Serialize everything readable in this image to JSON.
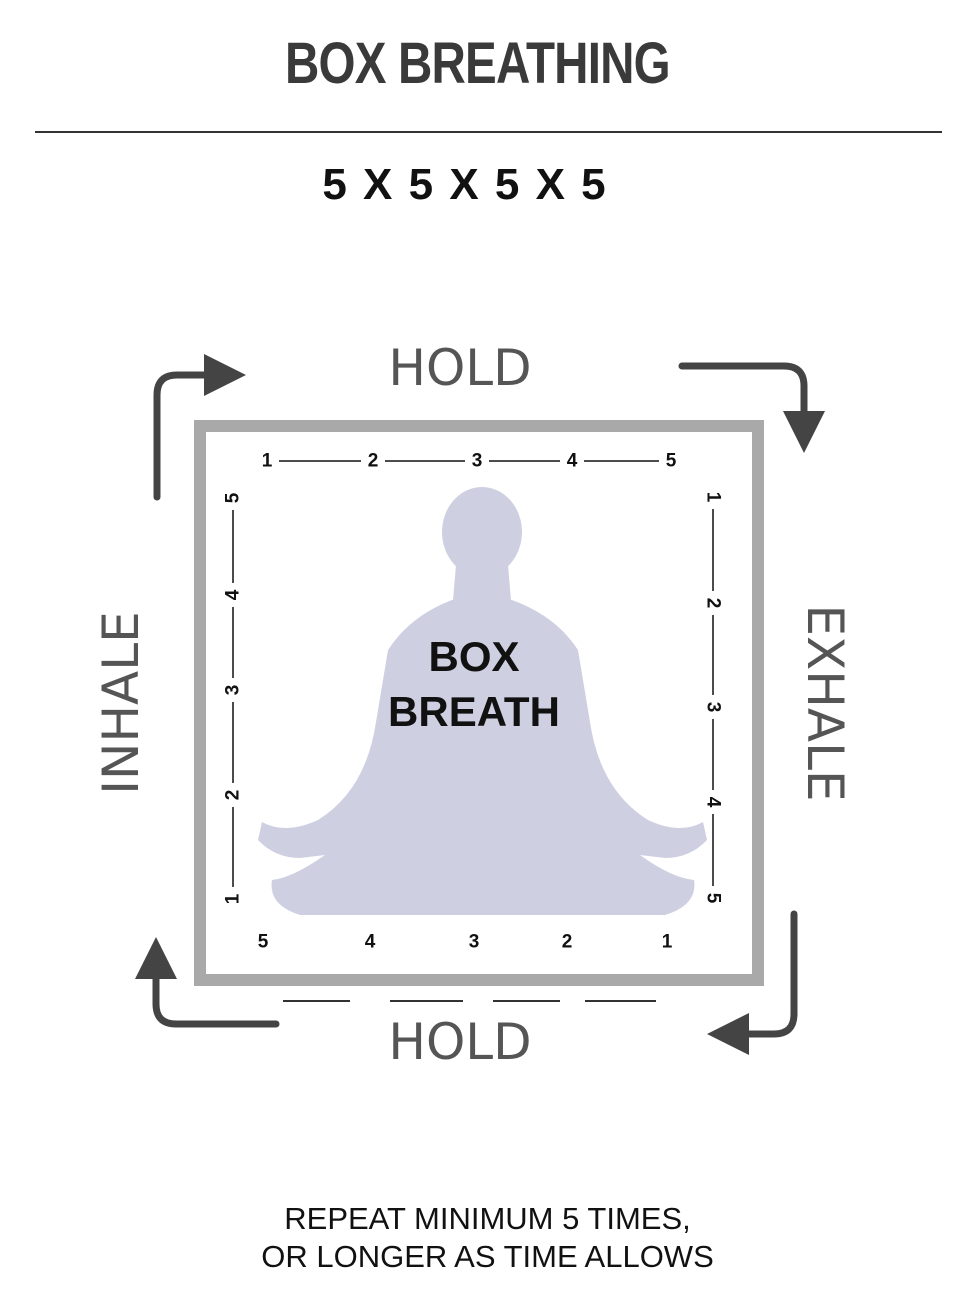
{
  "title": "BOX BREATHING",
  "subtitle": "5 X 5 X 5 X 5",
  "labels": {
    "top": "HOLD",
    "bottom": "HOLD",
    "left": "INHALE",
    "right": "EXHALE"
  },
  "center": {
    "line1": "BOX",
    "line2": "BREATH"
  },
  "counts": {
    "top": [
      "1",
      "2",
      "3",
      "4",
      "5"
    ],
    "right": [
      "1",
      "2",
      "3",
      "4",
      "5"
    ],
    "bottom": [
      "5",
      "4",
      "3",
      "2",
      "1"
    ],
    "left": [
      "1",
      "2",
      "3",
      "4",
      "5"
    ]
  },
  "footer": {
    "line1": "REPEAT MINIMUM 5 TIMES,",
    "line2": "OR LONGER AS TIME ALLOWS"
  },
  "colors": {
    "frame": "#a9a9a9",
    "silhouette": "#cfcfe2",
    "arrow": "#444444"
  },
  "icons": [
    "arrow-up-right-icon",
    "arrow-right-down-icon",
    "arrow-down-left-icon",
    "arrow-left-up-icon",
    "meditation-figure-icon"
  ]
}
